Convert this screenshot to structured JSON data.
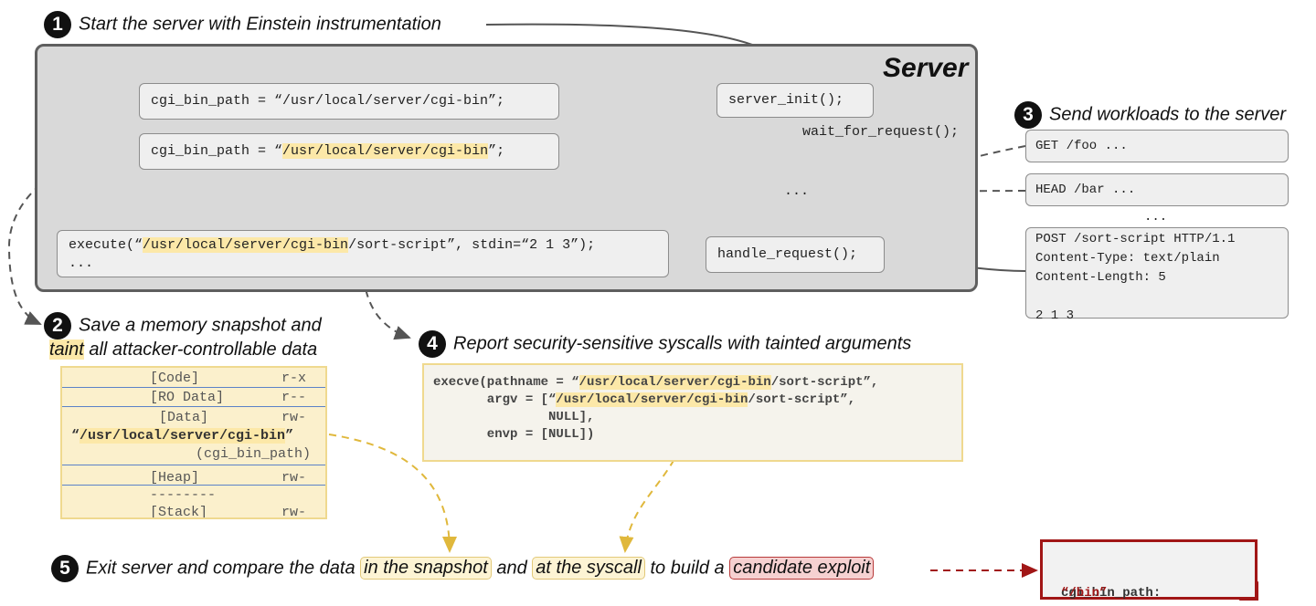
{
  "steps": {
    "s1": {
      "num": "1",
      "text": "Start the server with Einstein instrumentation"
    },
    "s2": {
      "num": "2",
      "line1": "Save a memory snapshot and",
      "taint": "taint",
      "line2_rest": " all attacker-controllable data"
    },
    "s3": {
      "num": "3",
      "text": "Send workloads to the server"
    },
    "s4": {
      "num": "4",
      "text": "Report security-sensitive syscalls with tainted arguments"
    },
    "s5": {
      "num": "5",
      "pre": "Exit server and compare the data ",
      "tag1": "in the snapshot",
      "mid": " and ",
      "tag2": "at the syscall",
      "post": " to build a ",
      "tag3": "candidate exploit"
    }
  },
  "server": {
    "title": "Server",
    "cgi1": {
      "pre": "cgi_bin_path = “/usr/local/server/cgi-bin”;"
    },
    "cgi2": {
      "pre": "cgi_bin_path = “",
      "hl": "/usr/local/server/cgi-bin",
      "post": "”;"
    },
    "server_init": "server_init();",
    "wait_for_request": "wait_for_request();",
    "ellipsis": "...",
    "handle_request": "handle_request();",
    "execute": {
      "pre": "execute(“",
      "hl": "/usr/local/server/cgi-bin",
      "post": "/sort-script”, stdin=“2 1 3”);",
      "line2": "..."
    }
  },
  "requests": {
    "get": "GET /foo ...",
    "head": "HEAD /bar ...",
    "dots": "...",
    "post_lines": [
      "POST /sort-script HTTP/1.1",
      "Content-Type: text/plain",
      "Content-Length: 5",
      "",
      "2 1 3"
    ]
  },
  "memory": {
    "code": {
      "name": "[Code]",
      "perm": "r-x"
    },
    "rodata": {
      "name": "[RO Data]",
      "perm": "r--"
    },
    "data": {
      "name": "[Data]",
      "perm": "rw-"
    },
    "data_value": {
      "open": "“",
      "value": "/usr/local/server/cgi-bin",
      "close": "”"
    },
    "data_var": "(cgi_bin_path)",
    "heap": {
      "name": "[Heap]",
      "perm": "rw-"
    },
    "sep": "--------",
    "stack": {
      "name": "[Stack]",
      "perm": "rw-"
    }
  },
  "syscall": {
    "l1_pre": "execve(pathname = “",
    "l1_hl": "/usr/local/server/cgi-bin",
    "l1_post": "/sort-script”,",
    "l2_pre": "       argv = [“",
    "l2_hl": "/usr/local/server/cgi-bin",
    "l2_post": "/sort-script”,",
    "l3": "               NULL],",
    "l4": "       envp = [NULL])"
  },
  "exploit": {
    "key": "cgi_bin_path: ",
    "value": "“/bin”"
  },
  "colors": {
    "taint_highlight": "#fce8a8",
    "exploit_red": "#a11616",
    "panel_gray": "#d9d9d9"
  }
}
